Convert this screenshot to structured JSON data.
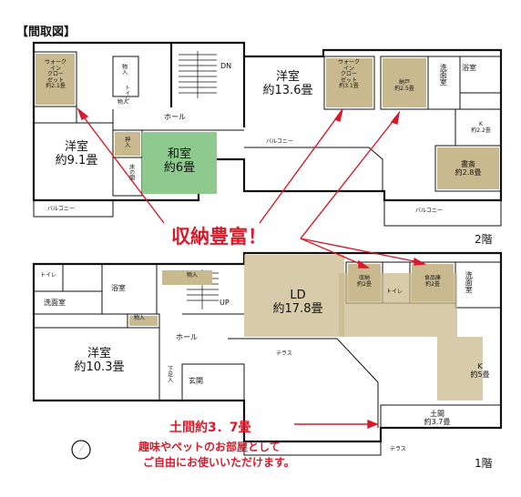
{
  "heading": "【間取図】",
  "floors": {
    "upper": "2階",
    "lower": "1階"
  },
  "dn_label": "DN",
  "up_label": "UP",
  "upper": {
    "walkin1": "ウォーク\nイン\nクロー\nゼット\n約2.1畳",
    "storage_a": "物入",
    "toilet_a": "トイレ",
    "storage_b": "物入",
    "youshitsu_136": "洋室\n約13.6畳",
    "walkin2": "ウォーク\nイン\nクロー\nゼット\n約3.1畳",
    "nando": "納戸\n約2.5畳",
    "senmen": "洗面室",
    "yokushitsu": "浴室",
    "hall": "ホール",
    "oshiire": "押入",
    "tokonoma": "床の間",
    "washitsu": "和室\n約6畳",
    "youshitsu_91": "洋室\n約9.1畳",
    "balcony_mid": "バルコニー",
    "k": "K\n約2.2畳",
    "shosai": "書斎\n約2.8畳",
    "balcony_left": "バルコニー",
    "balcony_right": "バルコニー"
  },
  "lower": {
    "toilet": "トイレ",
    "yokushitsu": "浴室",
    "senmen": "洗面室",
    "storage_a": "物入",
    "storage_b": "物入",
    "ld": "LD\n約17.8畳",
    "shuno": "収納\n約2畳",
    "toilet2": "トイレ",
    "pantry": "食品庫\n約2畳",
    "senmen2": "洗面室",
    "hall": "ホール",
    "youshitsu": "洋室\n約10.3畳",
    "terrace_top": "テラス",
    "k": "K\n約5畳",
    "shoes": "下足入",
    "genkan": "玄関",
    "doma": "土間\n約3.7畳",
    "terrace_bottom": "テラス"
  },
  "callouts": {
    "storage": "収納豊富！",
    "doma_line1": "土間約3．7畳",
    "doma_line2": "趣味やペットのお部屋として",
    "doma_line3": "ご自由にお使いいただけます。"
  },
  "colors": {
    "accent": "#d81b2a",
    "storage": "#c9b98e",
    "tatami": "#8ec98e",
    "wall": "#111111"
  }
}
